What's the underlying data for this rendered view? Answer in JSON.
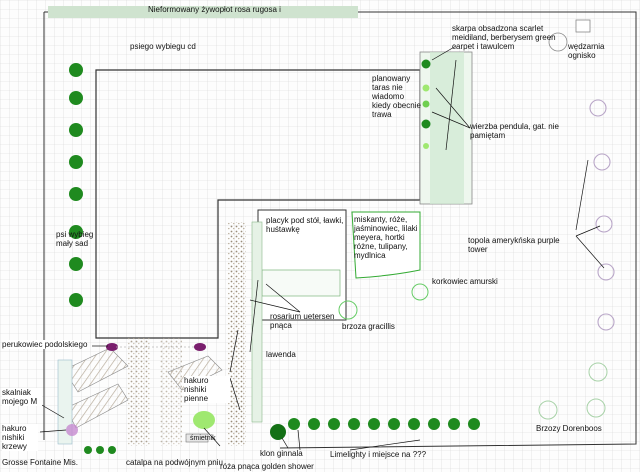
{
  "labels": {
    "hedge_top": "Nieformowany żywopłot rosa rugosa i",
    "dog_run_top": "psiego wybiegu cd",
    "title_partial": "OGRÓD OGÓLNY",
    "escarpment": "skarpa obsadzona scarlet meidiland, berberysem green carpet i tawulcem",
    "smokehouse": "wędzarnia ognisko",
    "terrace": "planowany taras nie wiadomo kiedy obecnie trawa",
    "willow": "wierzba pendula, gat. nie pamiętam",
    "dog_run": "psi wybieg mały sad",
    "table_area": "placyk pod stół, ławki, huśtawkę",
    "mixed_bed": "miskanty, róże, jaśminowiec, lilaki meyera, hortki różne, tulipany, mydlnica",
    "poplar": "topola amerykńska purple tower",
    "korkowiec": "korkowiec amurski",
    "rosarium": "rosarium uetersen pnąca",
    "birch": "brzoza gracillis",
    "lavender": "lawenda",
    "hakuro_pienne": "hakuro nishiki pienne",
    "perukowiec": "perukowiec podolskiego",
    "rockery": "skalniak mojego M",
    "hakuro_krzewy": "hakuro nishiki krzewy",
    "grosse": "Grosse Fontaine Mis.",
    "catalpa": "catalpa na podwójnym pniu",
    "trash": "śmietnik",
    "maple": "klon ginnala",
    "rose_climber": "róża pnąca golden shower",
    "limelight": "Limelighty i miejsce na ???",
    "birches_dorenboos": "Brzozy Dorenboos"
  },
  "colors": {
    "tree_green": "#1f8a1f",
    "tree_dark": "#137015",
    "light_green": "#9fe870",
    "circle_outline": "#b9a6c8",
    "plum": "#7a1f6e",
    "grid": "#d6d6d6",
    "path": "#a69a88",
    "shrub_light": "#cfe8d2"
  }
}
